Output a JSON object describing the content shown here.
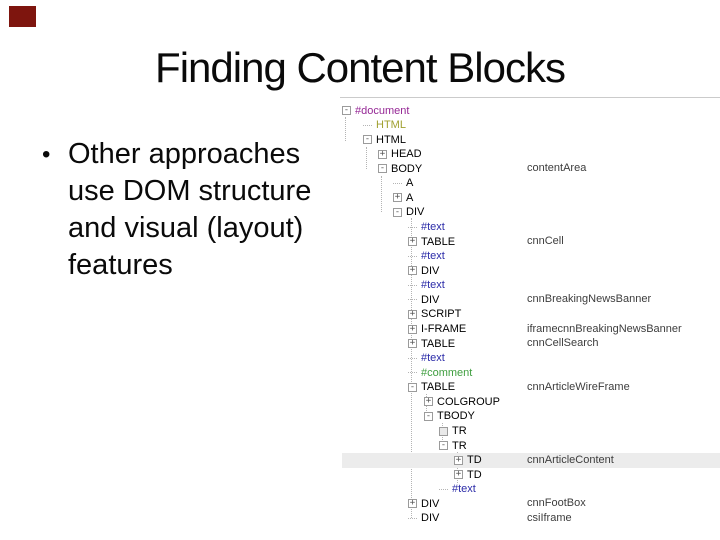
{
  "slide": {
    "title": "Finding Content Blocks",
    "bullet": {
      "marker": "•",
      "lines": [
        "Other approaches",
        "use DOM structure",
        "and visual (layout)",
        "features"
      ]
    }
  },
  "colors": {
    "corner_accent": "#7e150e",
    "node_document": "#952795",
    "node_doctype": "#a0a030",
    "node_element": "#000000",
    "node_text": "#2b2ba8",
    "node_comment": "#3f9e3f",
    "class_label": "#3d3d3d",
    "row_highlight": "#ececec"
  },
  "dom_tree": {
    "rows": [
      {
        "name": "#document",
        "type": "document",
        "depth": 0,
        "sign": "minus",
        "label": "",
        "highlighted": false
      },
      {
        "name": "HTML",
        "type": "doctype",
        "depth": 1,
        "sign": "none",
        "label": "",
        "highlighted": false
      },
      {
        "name": "HTML",
        "type": "element",
        "depth": 1,
        "sign": "minus",
        "label": "",
        "highlighted": false
      },
      {
        "name": "HEAD",
        "type": "element",
        "depth": 2,
        "sign": "plus",
        "label": "",
        "highlighted": false
      },
      {
        "name": "BODY",
        "type": "element",
        "depth": 2,
        "sign": "minus",
        "label": "contentArea",
        "highlighted": false
      },
      {
        "name": "A",
        "type": "element",
        "depth": 3,
        "sign": "none",
        "label": "",
        "highlighted": false
      },
      {
        "name": "A",
        "type": "element",
        "depth": 3,
        "sign": "plus",
        "label": "",
        "highlighted": false
      },
      {
        "name": "DIV",
        "type": "element",
        "depth": 3,
        "sign": "minus",
        "label": "",
        "highlighted": false
      },
      {
        "name": "#text",
        "type": "text",
        "depth": 4,
        "sign": "none",
        "label": "",
        "highlighted": false
      },
      {
        "name": "TABLE",
        "type": "element",
        "depth": 4,
        "sign": "plus",
        "label": "cnnCell",
        "highlighted": false
      },
      {
        "name": "#text",
        "type": "text",
        "depth": 4,
        "sign": "none",
        "label": "",
        "highlighted": false
      },
      {
        "name": "DIV",
        "type": "element",
        "depth": 4,
        "sign": "plus",
        "label": "",
        "highlighted": false
      },
      {
        "name": "#text",
        "type": "text",
        "depth": 4,
        "sign": "none",
        "label": "",
        "highlighted": false
      },
      {
        "name": "DIV",
        "type": "element",
        "depth": 4,
        "sign": "none",
        "label": "cnnBreakingNewsBanner",
        "highlighted": false
      },
      {
        "name": "SCRIPT",
        "type": "element",
        "depth": 4,
        "sign": "plus",
        "label": "",
        "highlighted": false
      },
      {
        "name": "I-FRAME",
        "type": "element",
        "depth": 4,
        "sign": "plus",
        "label": "iframecnnBreakingNewsBanner",
        "highlighted": false
      },
      {
        "name": "TABLE",
        "type": "element",
        "depth": 4,
        "sign": "plus",
        "label": "cnnCellSearch",
        "highlighted": false
      },
      {
        "name": "#text",
        "type": "text",
        "depth": 4,
        "sign": "none",
        "label": "",
        "highlighted": false
      },
      {
        "name": "#comment",
        "type": "comment",
        "depth": 4,
        "sign": "none",
        "label": "",
        "highlighted": false
      },
      {
        "name": "TABLE",
        "type": "element",
        "depth": 4,
        "sign": "minus",
        "label": "cnnArticleWireFrame",
        "highlighted": false
      },
      {
        "name": "COLGROUP",
        "type": "element",
        "depth": 5,
        "sign": "plus",
        "label": "",
        "highlighted": false
      },
      {
        "name": "TBODY",
        "type": "element",
        "depth": 5,
        "sign": "minus",
        "label": "",
        "highlighted": false
      },
      {
        "name": "TR",
        "type": "element",
        "depth": 6,
        "sign": "empty",
        "label": "",
        "highlighted": false
      },
      {
        "name": "TR",
        "type": "element",
        "depth": 6,
        "sign": "minus",
        "label": "",
        "highlighted": false
      },
      {
        "name": "TD",
        "type": "element",
        "depth": 7,
        "sign": "plus",
        "label": "cnnArticleContent",
        "highlighted": true
      },
      {
        "name": "TD",
        "type": "element",
        "depth": 7,
        "sign": "plus",
        "label": "",
        "highlighted": false
      },
      {
        "name": "#text",
        "type": "text",
        "depth": 6,
        "sign": "none",
        "label": "",
        "highlighted": false
      },
      {
        "name": "DIV",
        "type": "element",
        "depth": 4,
        "sign": "plus",
        "label": "cnnFootBox",
        "highlighted": false
      },
      {
        "name": "DIV",
        "type": "element",
        "depth": 4,
        "sign": "none",
        "label": "csiIframe",
        "highlighted": false
      }
    ]
  }
}
